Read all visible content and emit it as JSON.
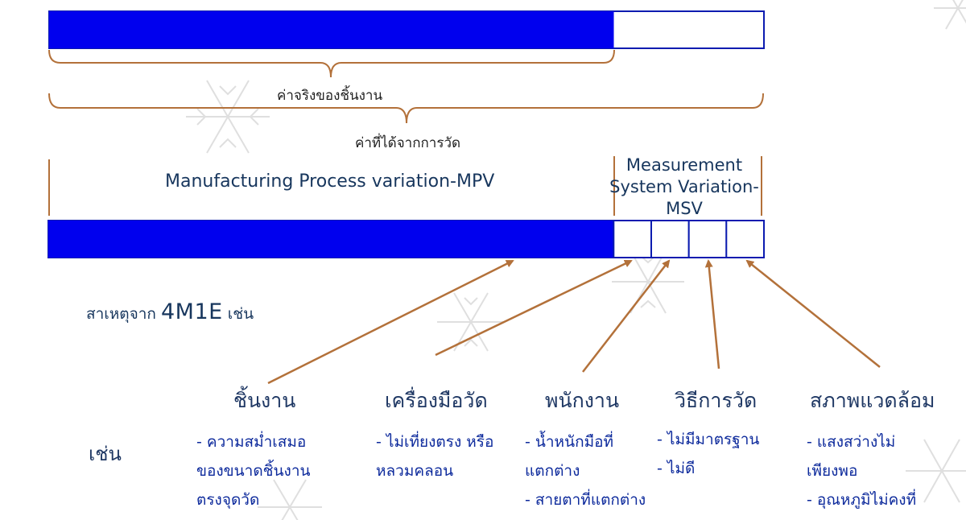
{
  "top_bar": {
    "filled_fraction": 0.79,
    "fill_color": "#0000ee",
    "outline_color": "#0b1bb0"
  },
  "labels": {
    "true_value": "ค่าจริงของชิ้นงาน",
    "measured_value": "ค่าที่ได้จากการวัด",
    "mpv": "Manufacturing Process variation-MPV",
    "msv": "Measurement System Variation-MSV"
  },
  "bottom_bar": {
    "filled_fraction": 0.79,
    "empty_boxes": 4,
    "fill_color": "#0000ee"
  },
  "brace_color": "#b3713a",
  "arrow_color": "#b3713a",
  "cause": {
    "prefix": "สาเหตุจาก",
    "code": "4M1E",
    "suffix": "เช่น"
  },
  "example_label": "เช่น",
  "categories": [
    {
      "title": "ชิ้นงาน",
      "items": [
        "- ความสม่ำเสมอ",
        "ของขนาดชิ้นงาน",
        "ตรงจุดวัด"
      ]
    },
    {
      "title": "เครื่องมือวัด",
      "items": [
        "- ไม่เที่ยงตรง หรือ",
        "หลวมคลอน"
      ]
    },
    {
      "title": "พนักงาน",
      "items": [
        "- น้ำหนักมือที่",
        "แตกต่าง",
        "- สายตาที่แตกต่าง"
      ]
    },
    {
      "title": "วิธีการวัด",
      "items": [
        "- ไม่มีมาตรฐาน",
        "- ไม่ดี"
      ]
    },
    {
      "title": "สภาพแวดล้อม",
      "items": [
        "- แสงสว่างไม่",
        "เพียงพอ",
        "- อุณหภูมิไม่คงที่"
      ]
    }
  ]
}
